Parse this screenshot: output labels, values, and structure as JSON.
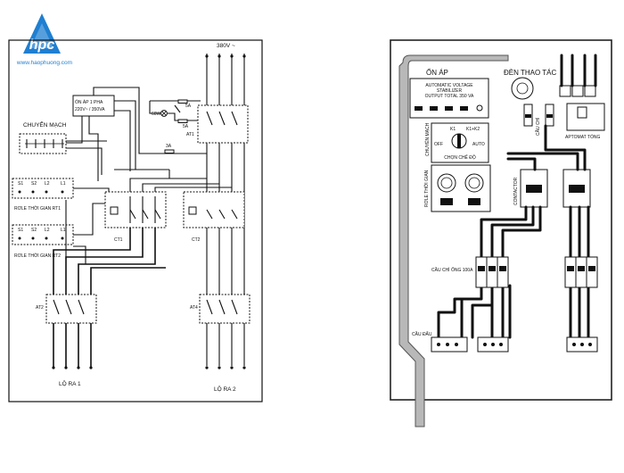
{
  "brand": {
    "logo_text": "hpc",
    "website": "www.haophuong.com",
    "color": "#1f7fd1"
  },
  "schematic": {
    "supply_label": "380V ~",
    "stabilizer_title": "ỔN ÁP 1 PHA",
    "stabilizer_rating": "220V~ / 350VA",
    "lamp_label": "60W",
    "fuse_5a_1": "5A",
    "fuse_5a_2": "5A",
    "fuse_3a": "3A",
    "at1": "AT1",
    "at2": "AT2",
    "at4": "AT4",
    "selector_label": "CHUYỂN MẠCH",
    "timer1_label": "RƠLE THỜI GIAN RT1",
    "timer2_label": "RƠLE THỜI GIAN RT2",
    "timer_terminals": [
      "S1",
      "S2",
      "L2",
      "L1"
    ],
    "ct1": "CT1",
    "ct2": "CT2",
    "out1": "LỘ RA 1",
    "out2": "LỘ RA 2"
  },
  "panel": {
    "stabilizer_title": "ỔN ÁP",
    "indicator_title": "ĐÈN THAO TÁC",
    "avs_line1": "AUTOMATIC VOLTAGE",
    "avs_line2": "STABILIZER",
    "avs_line3": "OUTPUT TOTAL 350 VA",
    "selector_side": "CHUYỂN MẠCH",
    "sel_k1": "K1",
    "sel_k1k2": "K1+K2",
    "sel_off": "OFF",
    "sel_auto": "AUTO",
    "sel_caption": "CHỌN CHẾ ĐỘ",
    "timer_side": "RƠLE THỜI GIAN",
    "aptomat_label": "APTOMAT TỔNG",
    "contactor_side": "CONTACTOR",
    "fuse_side": "CẦU CHÌ",
    "fuse_label": "CẦU CHÌ ỐNG 100A",
    "terminal_label": "CẦU ĐẤU"
  }
}
